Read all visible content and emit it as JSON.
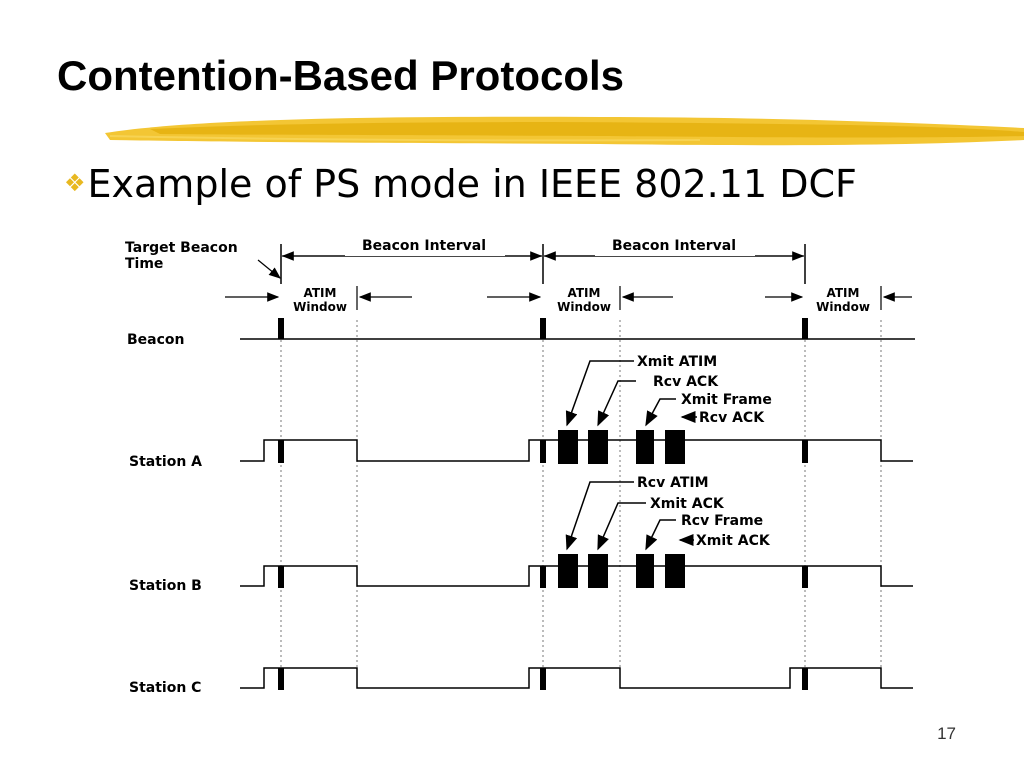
{
  "slide": {
    "title": "Contention-Based Protocols",
    "bullet": "Example of PS mode in IEEE 802.11 DCF",
    "bullet_icon": "diamond-cluster-icon",
    "accent_color": "#f2c01e",
    "page_number": "17"
  },
  "diagram": {
    "target_beacon_label_1": "Target Beacon",
    "target_beacon_label_2": "Time",
    "beacon_interval_1": "Beacon Interval",
    "beacon_interval_2": "Beacon Interval",
    "atim_window_1": [
      "ATIM",
      "Window"
    ],
    "atim_window_2": [
      "ATIM",
      "Window"
    ],
    "atim_window_3": [
      "ATIM",
      "Window"
    ],
    "rows": {
      "beacon": "Beacon",
      "station_a": "Station A",
      "station_b": "Station B",
      "station_c": "Station C"
    },
    "station_a_events": [
      "Xmit ATIM",
      "Rcv ACK",
      "Xmit Frame",
      "Rcv ACK"
    ],
    "station_b_events": [
      "Rcv ATIM",
      "Xmit ACK",
      "Rcv Frame",
      "Xmit ACK"
    ]
  }
}
